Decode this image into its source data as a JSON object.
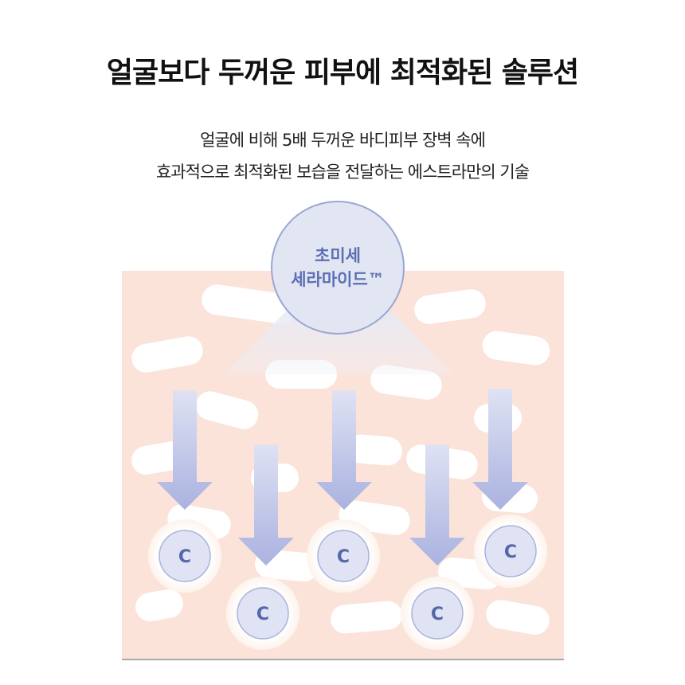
{
  "header": {
    "title": "얼굴보다 두꺼운 피부에 최적화된 솔루션",
    "subtitle_line1": "얼굴에 비해 5배 두꺼운 바디피부 장벽 속에",
    "subtitle_line2": "효과적으로 최적화된 보습을 전달하는 에스트라만의 기술"
  },
  "diagram": {
    "badge_line1": "초미세",
    "badge_line2": "세라마이드™",
    "ceramide_label": "C",
    "colors": {
      "skin": "#fbe3da",
      "badge": "#e2e6f2",
      "accent": "#5c6fb5",
      "arrow": "#b9bfe6"
    }
  }
}
